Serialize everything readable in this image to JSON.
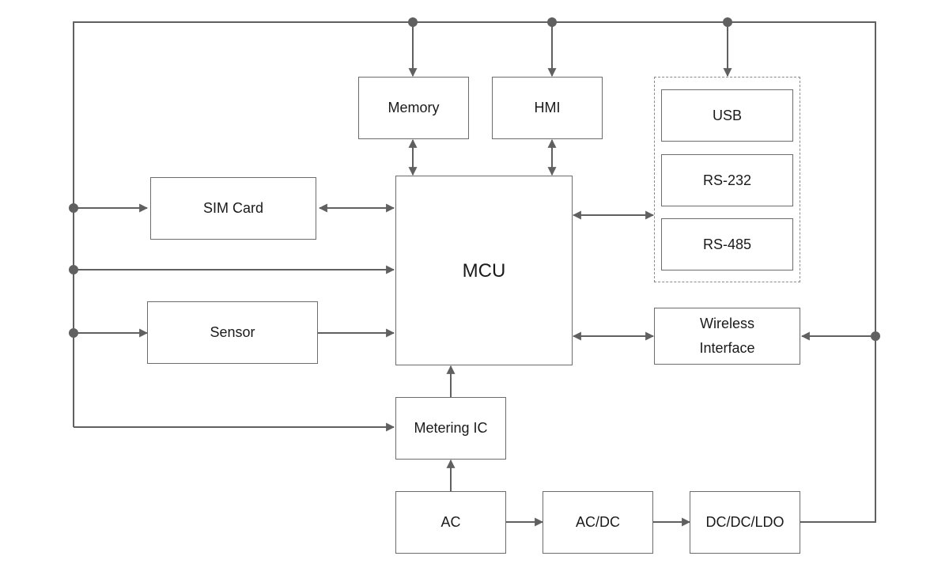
{
  "blocks": {
    "memory": "Memory",
    "hmi": "HMI",
    "usb": "USB",
    "rs232": "RS-232",
    "rs485": "RS-485",
    "sim_card": "SIM Card",
    "mcu": "MCU",
    "sensor": "Sensor",
    "wireless_line1": "Wireless",
    "wireless_line2": "Interface",
    "metering_ic": "Metering IC",
    "ac": "AC",
    "ac_dc": "AC/DC",
    "dc_dc_ldo": "DC/DC/LDO"
  },
  "colors": {
    "line": "#606060",
    "box_border": "#6b6b6b",
    "dashed_border": "#8a8a8a"
  }
}
